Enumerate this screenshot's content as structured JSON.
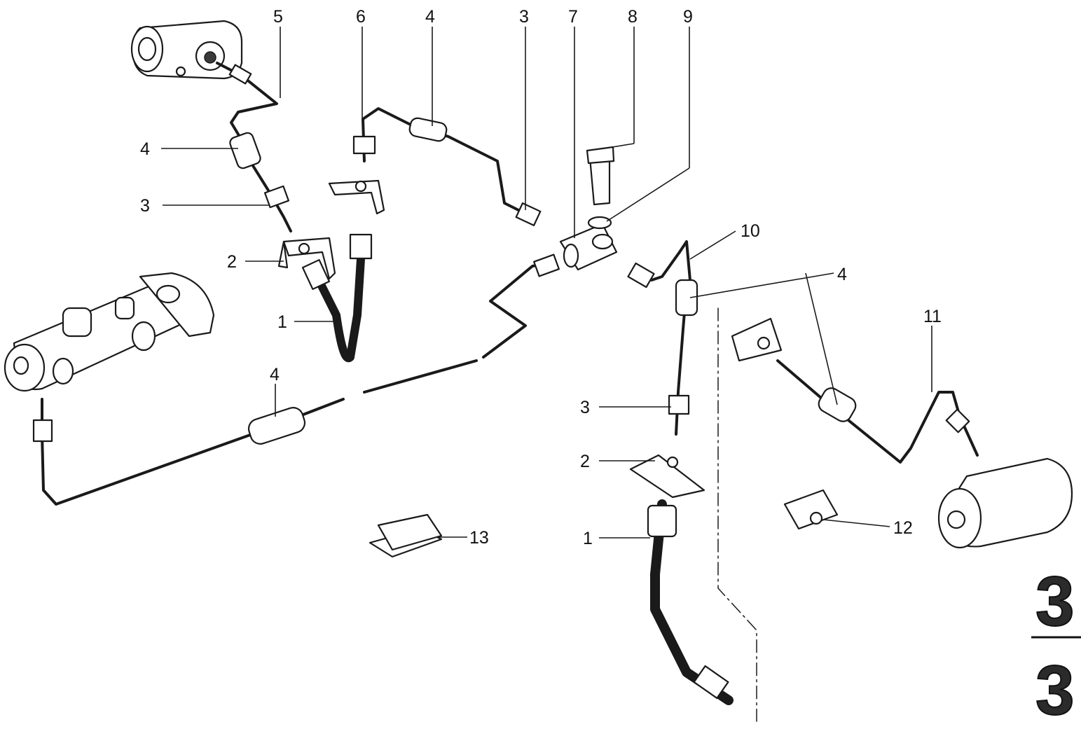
{
  "callouts": {
    "c1_left": "1",
    "c1_right": "1",
    "c2_left": "2",
    "c2_right": "2",
    "c3_left": "3",
    "c3_top": "3",
    "c3_right": "3",
    "c4_left": "4",
    "c4_top": "4",
    "c4_bottom": "4",
    "c4_right": "4",
    "c5": "5",
    "c6": "6",
    "c7": "7",
    "c8": "8",
    "c9": "9",
    "c10": "10",
    "c11": "11",
    "c12": "12",
    "c13": "13"
  },
  "section": {
    "top": "3",
    "bottom": "3"
  }
}
